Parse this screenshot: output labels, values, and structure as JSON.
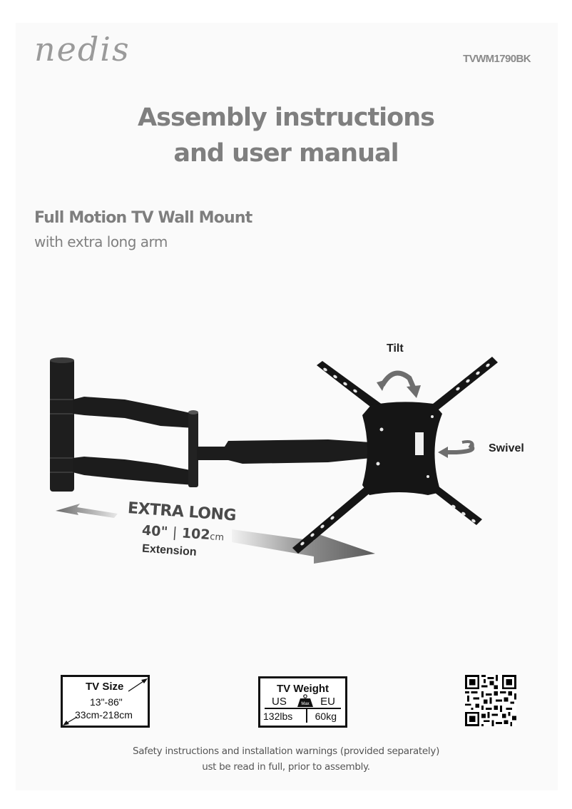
{
  "header": {
    "brand_logo": "nedis",
    "model_number": "TVWM1790BK"
  },
  "title": {
    "line1": "Assembly instructions",
    "line2": "and user manual"
  },
  "product": {
    "name": "Full Motion TV Wall Mount",
    "subtitle": "with extra long arm"
  },
  "illustration": {
    "tilt_label": "Tilt",
    "swivel_label": "Swivel",
    "extra_long_label": "EXTRA LONG",
    "extension_inches": "40\"",
    "extension_separator": "|",
    "extension_cm_value": "102",
    "extension_cm_unit": "cm",
    "extension_label": "Extension"
  },
  "badges": {
    "tv_size": {
      "heading": "TV Size",
      "inches_range": "13\"-86\"",
      "cm_range": "33cm-218cm"
    },
    "tv_weight": {
      "heading": "TV Weight",
      "us_label": "US",
      "eu_label": "EU",
      "max_label": "Max",
      "us_value": "132lbs",
      "eu_value": "60kg"
    },
    "qr_code": "qr-code-icon"
  },
  "footer": {
    "line1": "Safety instructions and installation warnings (provided separately)",
    "line2": "ust be read in full, prior to assembly."
  },
  "colors": {
    "page_background": "#fafafa",
    "heading_gray": "#7f7f7f",
    "mount_black": "#1a1a1a",
    "arrow_gray": "#6a6a6a"
  }
}
